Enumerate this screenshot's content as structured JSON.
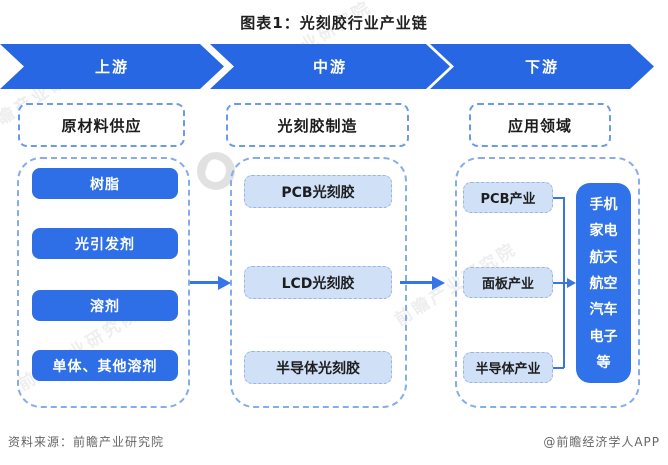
{
  "title": "图表1：光刻胶行业产业链",
  "stages": {
    "upstream": {
      "label": "上游",
      "category": "原材料供应",
      "items": [
        "树脂",
        "光引发剂",
        "溶剂",
        "单体、其他溶剂"
      ]
    },
    "midstream": {
      "label": "中游",
      "category": "光刻胶制造",
      "items": [
        "PCB光刻胶",
        "LCD光刻胶",
        "半导体光刻胶"
      ]
    },
    "downstream": {
      "label": "下游",
      "category": "应用领域",
      "items": [
        "PCB产业",
        "面板产业",
        "半导体产业"
      ],
      "applications": [
        "手机",
        "家电",
        "航天",
        "航空",
        "汽车",
        "电子",
        "等"
      ]
    }
  },
  "footer": {
    "source": "资料来源：前瞻产业研究院",
    "credit": "@前瞻经济学人APP"
  },
  "watermark": {
    "text": "前瞻产业研究院"
  },
  "colors": {
    "primary_blue": "#2767e4",
    "item_blue": "#2e6fe8",
    "light_blue_fill": "#cfe0f7",
    "dashed_border": "#86ace9",
    "arrow_blue": "#3575e8"
  }
}
